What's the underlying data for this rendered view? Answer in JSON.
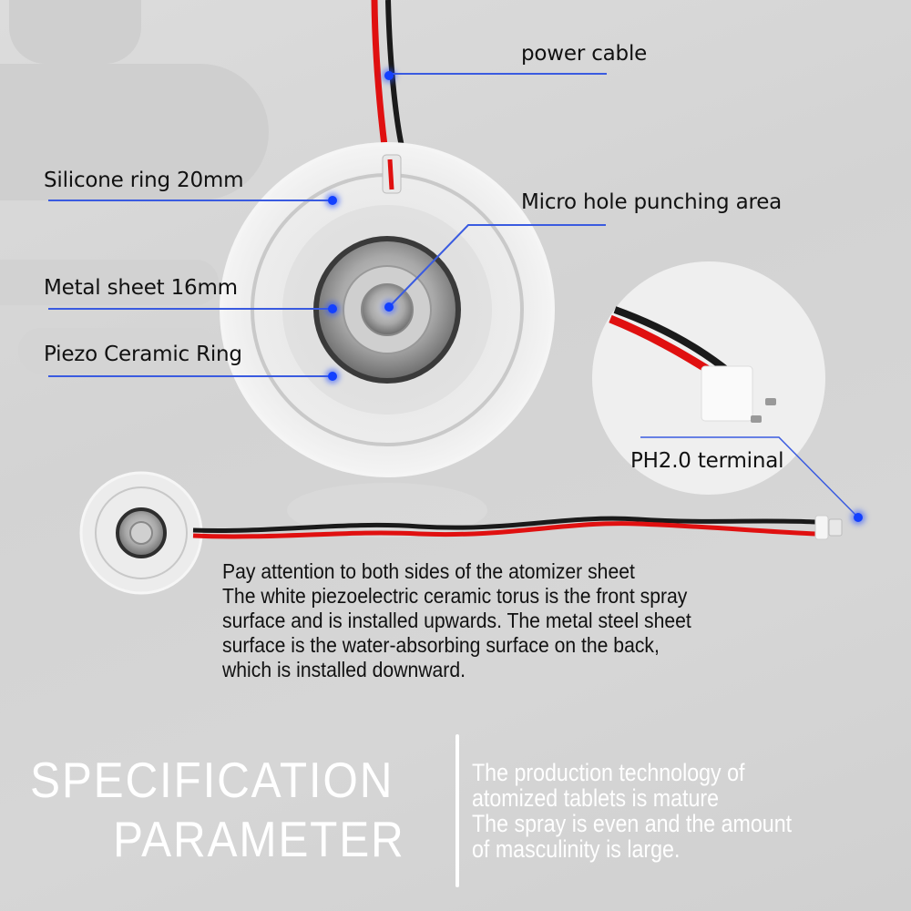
{
  "callouts": {
    "power_cable": "power cable",
    "silicone_ring": "Silicone ring 20mm",
    "micro_hole": "Micro hole punching area",
    "metal_sheet": "Metal sheet 16mm",
    "piezo_ring": "Piezo Ceramic Ring",
    "terminal": "PH2.0 terminal"
  },
  "notice": {
    "lines": [
      "Pay attention to both sides of the atomizer sheet",
      "The white piezoelectric ceramic torus is the front spray",
      "surface and is installed upwards. The metal steel sheet",
      "surface is the water-absorbing surface on the back,",
      "which is installed downward."
    ]
  },
  "spec": {
    "title_line1": "SPECIFICATION",
    "title_line2": "PARAMETER",
    "desc_lines": [
      "The production technology of",
      "atomized tablets is mature",
      "The spray is even and the amount",
      "of masculinity is large."
    ]
  },
  "colors": {
    "callout_blue": "#3a5be0",
    "dot_blue": "#1340ff",
    "wire_red": "#e01010",
    "wire_black": "#1a1a1a"
  }
}
